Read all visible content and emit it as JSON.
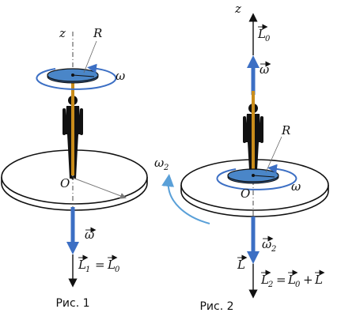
{
  "figure1": {
    "caption": "Рис. 1",
    "axis_label": "z",
    "radius_label": "R",
    "omega_label": "ω",
    "center_label": "O",
    "vector_omega_label": "ω",
    "vector_L_label": "L",
    "vector_L_sub": "1",
    "vector_L_eq": "=",
    "vector_L0_label": "L",
    "vector_L0_sub": "0"
  },
  "figure2": {
    "caption": "Рис. 2",
    "axis_label": "z",
    "L0_label": "L",
    "L0_sub": "0",
    "omega_top_label": "ω",
    "radius_label": "R",
    "omega_small_label": "ω",
    "center_label": "O",
    "omega2_label": "ω",
    "omega2_sub": "2",
    "vector_omega2_label": "ω",
    "vector_omega2_sub": "2",
    "vector_L_label": "L",
    "eq_L2": "L",
    "eq_L2_sub": "2",
    "eq_equals": "=",
    "eq_L0": "L",
    "eq_L0_sub": "0",
    "eq_plus": "+",
    "eq_L": "L"
  },
  "colors": {
    "disk_blue": "#4a86c8",
    "arrow_blue": "#3c6fc4",
    "rod_orange": "#c98c1a",
    "platform_fill": "#ffffff",
    "light_blue": "#5aa0d8"
  }
}
